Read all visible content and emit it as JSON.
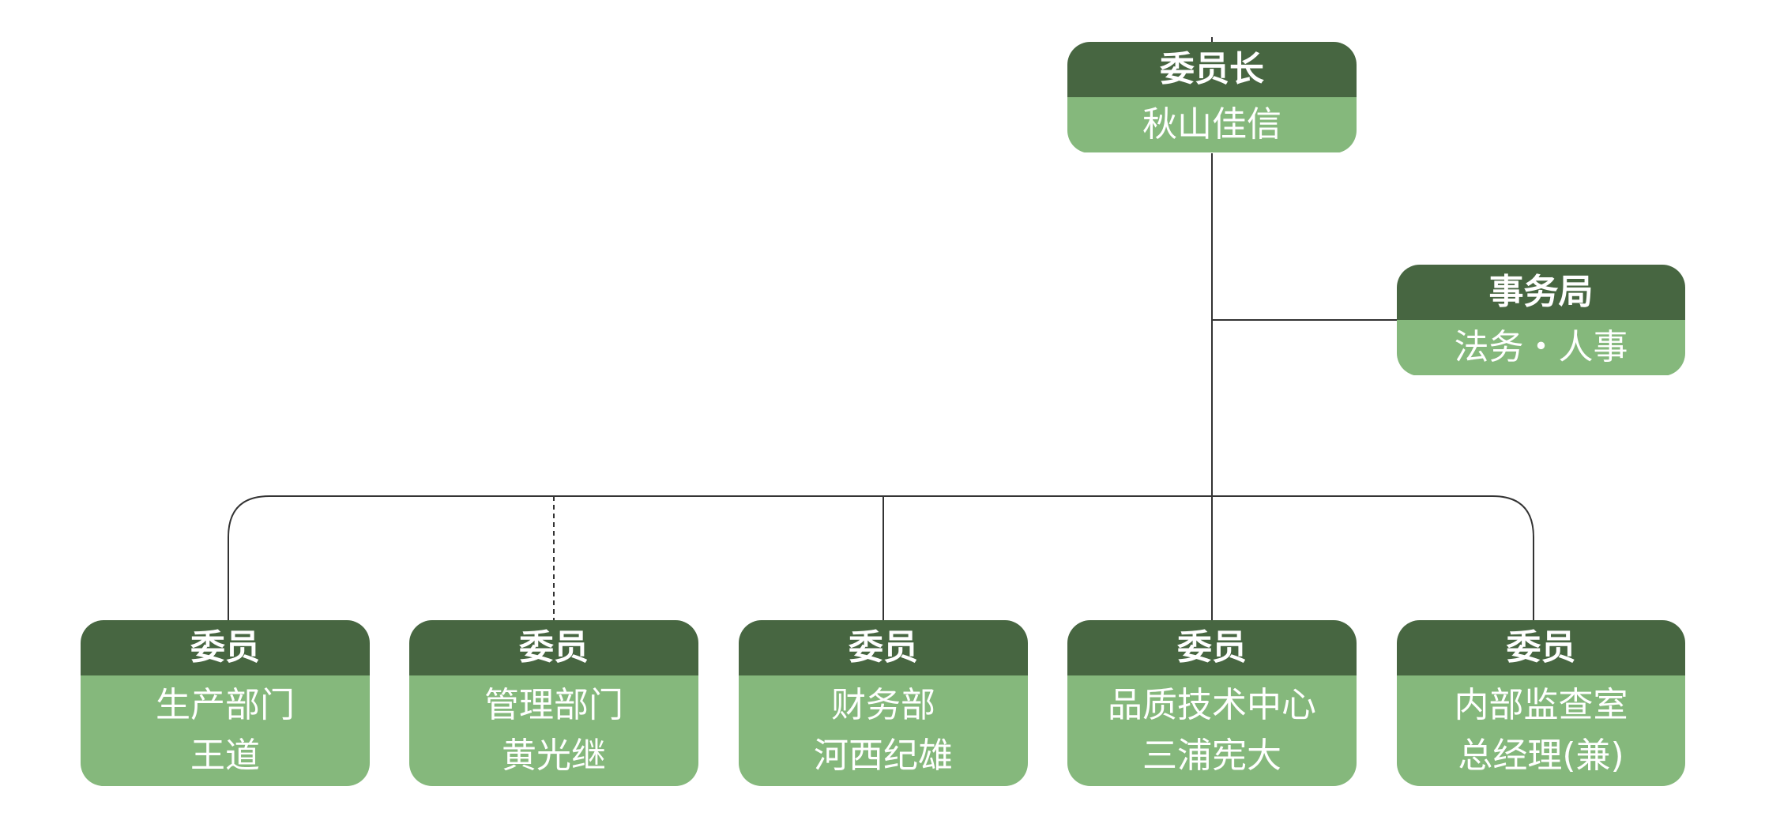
{
  "chairman": {
    "title": "委员长",
    "name": "秋山佳信"
  },
  "secretariat": {
    "title": "事务局",
    "scope": "法务・人事"
  },
  "members": [
    {
      "title": "委员",
      "dept": "生产部门",
      "name": "王道"
    },
    {
      "title": "委员",
      "dept": "管理部门",
      "name": "黄光继"
    },
    {
      "title": "委员",
      "dept": "财务部",
      "name": "河西纪雄"
    },
    {
      "title": "委员",
      "dept": "品质技术中心",
      "name": "三浦宪大"
    },
    {
      "title": "委员",
      "dept": "内部监查室",
      "name": "总经理(兼)"
    }
  ],
  "colors": {
    "header": "#476641",
    "body": "#85b87c",
    "line": "#333333"
  }
}
